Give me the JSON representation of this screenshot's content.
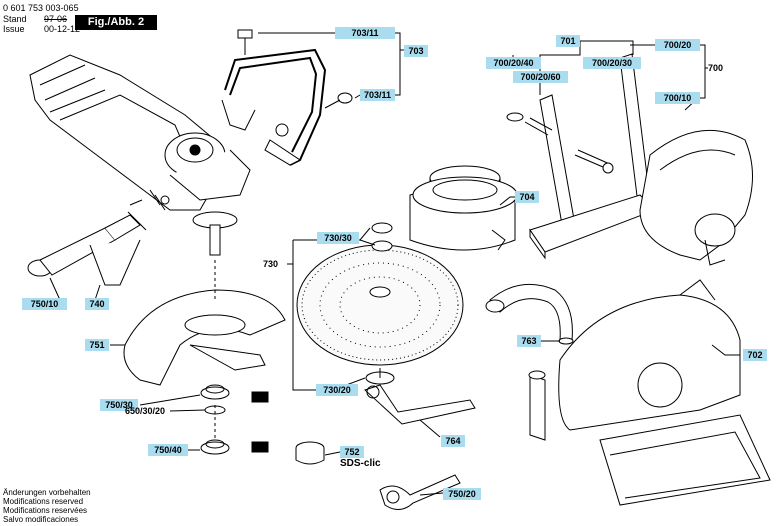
{
  "header": {
    "doc_number": "0 601 753 003-065",
    "stand_label": "Stand",
    "stand_value": "97-06",
    "issue_label": "Issue",
    "issue_value": "00-12-12",
    "figure_label": "Fig./Abb. 2"
  },
  "parts": [
    {
      "id": "703-11-a",
      "label": "703/11"
    },
    {
      "id": "703",
      "label": "703"
    },
    {
      "id": "703-11-b",
      "label": "703/11"
    },
    {
      "id": "701",
      "label": "701"
    },
    {
      "id": "700-20-a",
      "label": "700/20"
    },
    {
      "id": "700",
      "label": "700"
    },
    {
      "id": "700-20-40",
      "label": "700/20/40"
    },
    {
      "id": "700-20-30",
      "label": "700/20/30"
    },
    {
      "id": "700-20-60",
      "label": "700/20/60"
    },
    {
      "id": "700-10",
      "label": "700/10"
    },
    {
      "id": "704",
      "label": "704"
    },
    {
      "id": "730-30",
      "label": "730/30"
    },
    {
      "id": "730",
      "label": "730"
    },
    {
      "id": "730-20",
      "label": "730/20"
    },
    {
      "id": "740",
      "label": "740"
    },
    {
      "id": "750-10",
      "label": "750/10"
    },
    {
      "id": "751",
      "label": "751"
    },
    {
      "id": "763",
      "label": "763"
    },
    {
      "id": "702",
      "label": "702"
    },
    {
      "id": "750-30",
      "label": "750/30"
    },
    {
      "id": "650-30-20",
      "label": "650/30/20"
    },
    {
      "id": "750-40",
      "label": "750/40"
    },
    {
      "id": "752",
      "label": "752"
    },
    {
      "id": "764",
      "label": "764"
    },
    {
      "id": "750-20",
      "label": "750/20"
    }
  ],
  "sds_label": "SDS-clic",
  "footer": {
    "line1": "Änderungen vorbehalten",
    "line2": "Modifications reserved",
    "line3": "Modifications reservées",
    "line4": "Salvo modificaciones"
  }
}
